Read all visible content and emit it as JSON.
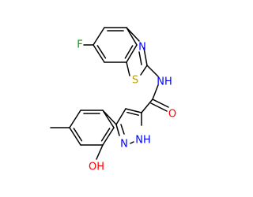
{
  "colors": {
    "background": "#ffffff",
    "bond": "#000000",
    "N": "#0000ff",
    "O": "#ff0000",
    "F": "#00aa00",
    "S": "#b8a000"
  },
  "atoms": {
    "f": {
      "text": "F",
      "color": "#00aa00"
    },
    "s": {
      "text": "S",
      "color": "#b8a000"
    },
    "n_thiazole": {
      "text": "N",
      "color": "#0000ff"
    },
    "nh_amide": {
      "text": "NH",
      "color": "#0000ff"
    },
    "o_carbonyl": {
      "text": "O",
      "color": "#ff0000"
    },
    "n_pyrazole": {
      "text": "N",
      "color": "#0000ff"
    },
    "nh_pyrazole": {
      "text": "NH",
      "color": "#0000ff"
    },
    "oh": {
      "text": "OH",
      "color": "#ff0000"
    }
  }
}
